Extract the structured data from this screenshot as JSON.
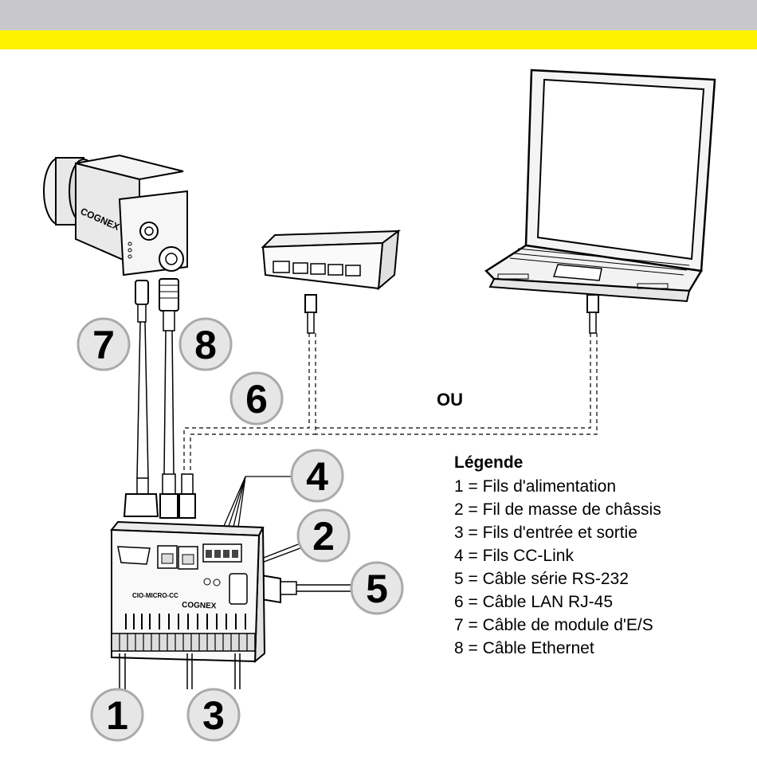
{
  "colors": {
    "top_bar": "#c8c8cc",
    "accent_bar": "#fff200",
    "badge_fill": "#e6e6e6",
    "badge_stroke": "#aaaaaa"
  },
  "labels": {
    "ou": "OU",
    "camera_brand": "COGNEX",
    "module_brand": "COGNEX",
    "module_model": "CIO-MICRO-CC"
  },
  "callouts": [
    "1",
    "2",
    "3",
    "4",
    "5",
    "6",
    "7",
    "8"
  ],
  "legend": {
    "title": "Légende",
    "items": [
      "1 = Fils d'alimentation",
      "2 = Fil de masse de châssis",
      "3 = Fils d'entrée et sortie",
      "4 = Fils CC-Link",
      "5 = Câble série RS-232",
      "6 = Câble LAN RJ-45",
      "7 = Câble de module d'E/S",
      "8 = Câble Ethernet"
    ]
  }
}
